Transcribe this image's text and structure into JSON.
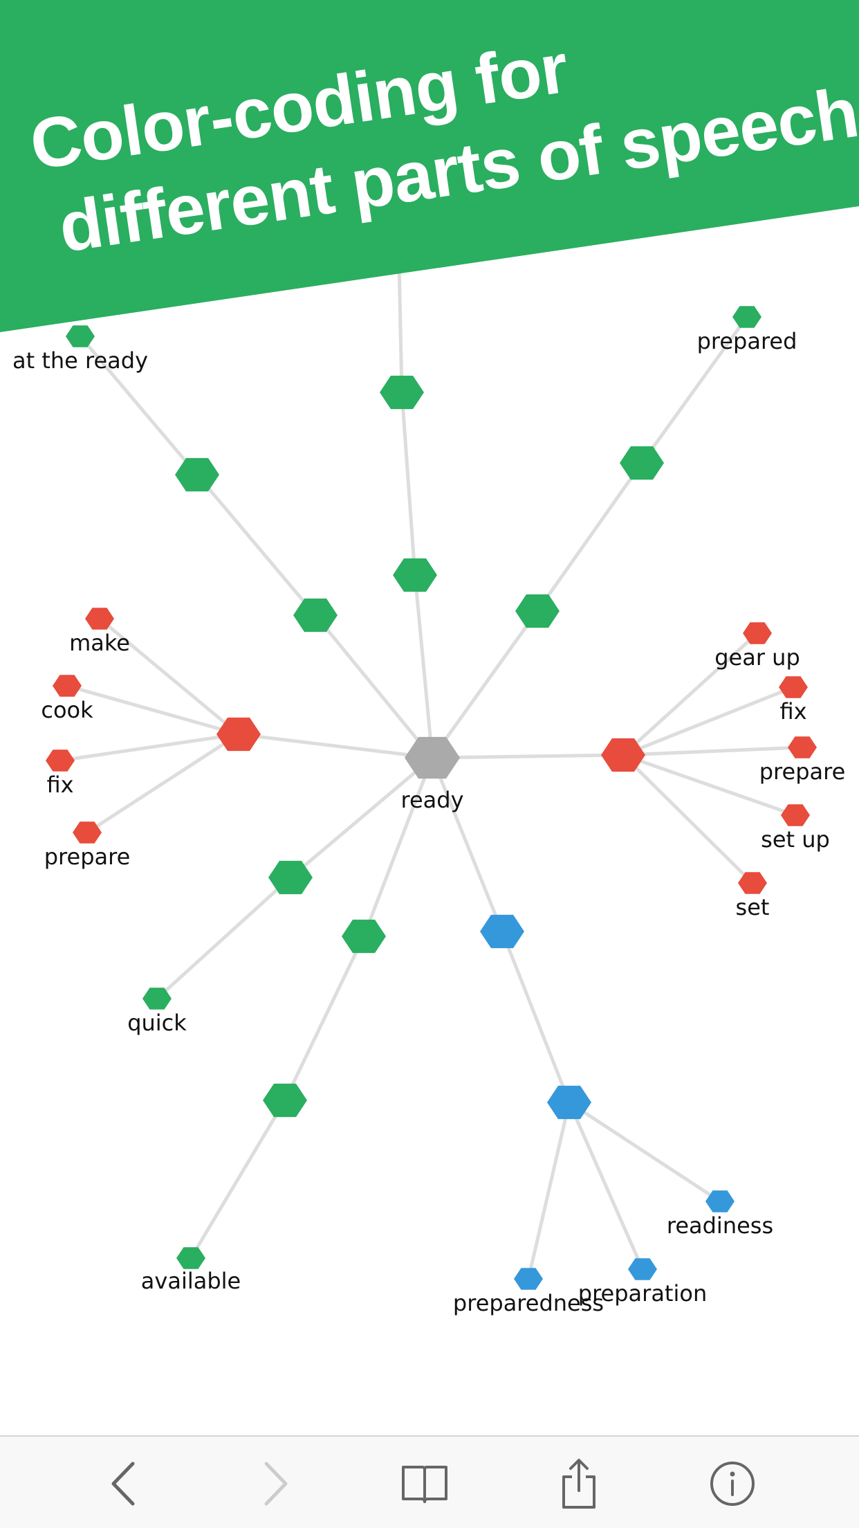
{
  "banner": {
    "line1": "Color-coding for",
    "line2": "different parts of speech",
    "color": "#2aae60"
  },
  "colors": {
    "center": "#aaaaaa",
    "adjective": "#2aae60",
    "verb": "#e74c3c",
    "noun": "#3498db",
    "edge": "#dddddd"
  },
  "graph": {
    "center": {
      "id": "c",
      "label": "ready"
    },
    "hubs": [
      {
        "id": "hv1",
        "group": "verb"
      },
      {
        "id": "hv2",
        "group": "verb"
      },
      {
        "id": "ha1",
        "group": "adjective"
      },
      {
        "id": "ha2",
        "group": "adjective"
      },
      {
        "id": "ha2b",
        "group": "adjective"
      },
      {
        "id": "ha3",
        "group": "adjective"
      },
      {
        "id": "ha3b",
        "group": "adjective"
      },
      {
        "id": "ha4",
        "group": "adjective"
      },
      {
        "id": "ha4b",
        "group": "adjective"
      },
      {
        "id": "ha5",
        "group": "adjective"
      },
      {
        "id": "ha6",
        "group": "adjective"
      },
      {
        "id": "ha6b",
        "group": "adjective"
      },
      {
        "id": "hn1",
        "group": "noun"
      },
      {
        "id": "hn1b",
        "group": "noun"
      }
    ],
    "leaves": [
      {
        "id": "lv1",
        "label": "make",
        "group": "verb"
      },
      {
        "id": "lv2",
        "label": "cook",
        "group": "verb"
      },
      {
        "id": "lv3",
        "label": "fix",
        "group": "verb"
      },
      {
        "id": "lv4",
        "label": "prepare",
        "group": "verb"
      },
      {
        "id": "lv5",
        "label": "gear up",
        "group": "verb"
      },
      {
        "id": "lv6",
        "label": "fix",
        "group": "verb"
      },
      {
        "id": "lv7",
        "label": "prepare",
        "group": "verb"
      },
      {
        "id": "lv8",
        "label": "set up",
        "group": "verb"
      },
      {
        "id": "lv9",
        "label": "set",
        "group": "verb"
      },
      {
        "id": "la1",
        "label": "at the ready",
        "group": "adjective"
      },
      {
        "id": "la2",
        "label": "prepared",
        "group": "adjective"
      },
      {
        "id": "la3",
        "label": "quick",
        "group": "adjective"
      },
      {
        "id": "la4",
        "label": "available",
        "group": "adjective"
      },
      {
        "id": "ln1",
        "label": "readiness",
        "group": "noun"
      },
      {
        "id": "ln2",
        "label": "preparation",
        "group": "noun"
      },
      {
        "id": "ln3",
        "label": "preparedness",
        "group": "noun"
      }
    ],
    "edges": [
      [
        "c",
        "hv1"
      ],
      [
        "c",
        "hv2"
      ],
      [
        "c",
        "ha1"
      ],
      [
        "c",
        "ha2"
      ],
      [
        "ha2",
        "ha2b"
      ],
      [
        "c",
        "ha3"
      ],
      [
        "ha3",
        "ha3b"
      ],
      [
        "c",
        "ha4"
      ],
      [
        "ha4",
        "ha4b"
      ],
      [
        "c",
        "ha5"
      ],
      [
        "c",
        "ha6"
      ],
      [
        "ha6",
        "ha6b"
      ],
      [
        "c",
        "hn1"
      ],
      [
        "hn1",
        "hn1b"
      ],
      [
        "hv1",
        "lv1"
      ],
      [
        "hv1",
        "lv2"
      ],
      [
        "hv1",
        "lv3"
      ],
      [
        "hv1",
        "lv4"
      ],
      [
        "hv2",
        "lv5"
      ],
      [
        "hv2",
        "lv6"
      ],
      [
        "hv2",
        "lv7"
      ],
      [
        "hv2",
        "lv8"
      ],
      [
        "hv2",
        "lv9"
      ],
      [
        "ha2b",
        "la1"
      ],
      [
        "ha4b",
        "la2"
      ],
      [
        "ha5",
        "la3"
      ],
      [
        "ha6b",
        "la4"
      ],
      [
        "hn1b",
        "ln1"
      ],
      [
        "hn1b",
        "ln2"
      ],
      [
        "hn1b",
        "ln3"
      ],
      [
        "ha3b",
        "offscreen-top"
      ]
    ]
  },
  "toolbar": {
    "items": [
      {
        "name": "back-icon",
        "enabled": true
      },
      {
        "name": "forward-icon",
        "enabled": false
      },
      {
        "name": "bookmarks-icon",
        "enabled": true
      },
      {
        "name": "share-icon",
        "enabled": true
      },
      {
        "name": "info-icon",
        "enabled": true
      }
    ]
  }
}
